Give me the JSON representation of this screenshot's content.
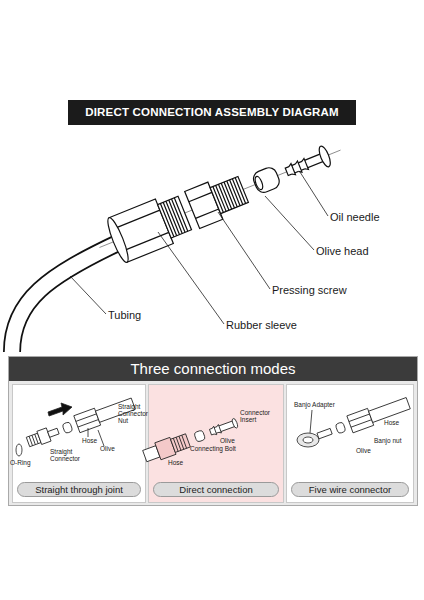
{
  "diagram": {
    "title": "DIRECT CONNECTION ASSEMBLY DIAGRAM",
    "nodes": [
      {
        "text": [
          "Three connection modes"
        ]
      },
      {
        "text": [
          "Straight through joint"
        ],
        "in": 0
      },
      {
        "text": [
          "Direct connection"
        ],
        "in": 0
      },
      {
        "text": [
          "Five wire connector"
        ],
        "in": 0
      }
    ],
    "labels": [
      "Oil needle",
      "Olive head",
      "Pressing screw",
      "Tubing",
      "Rubber sleeve",
      "O-Ring",
      "Straight Connector",
      "Hose",
      "Olive",
      "Straight Connector Nut",
      "Hose",
      "Connecting Bolt",
      "Olive",
      "Connector Insert",
      "Banjo Adapter",
      "Hose",
      "Banjo nut",
      "Olive"
    ]
  }
}
